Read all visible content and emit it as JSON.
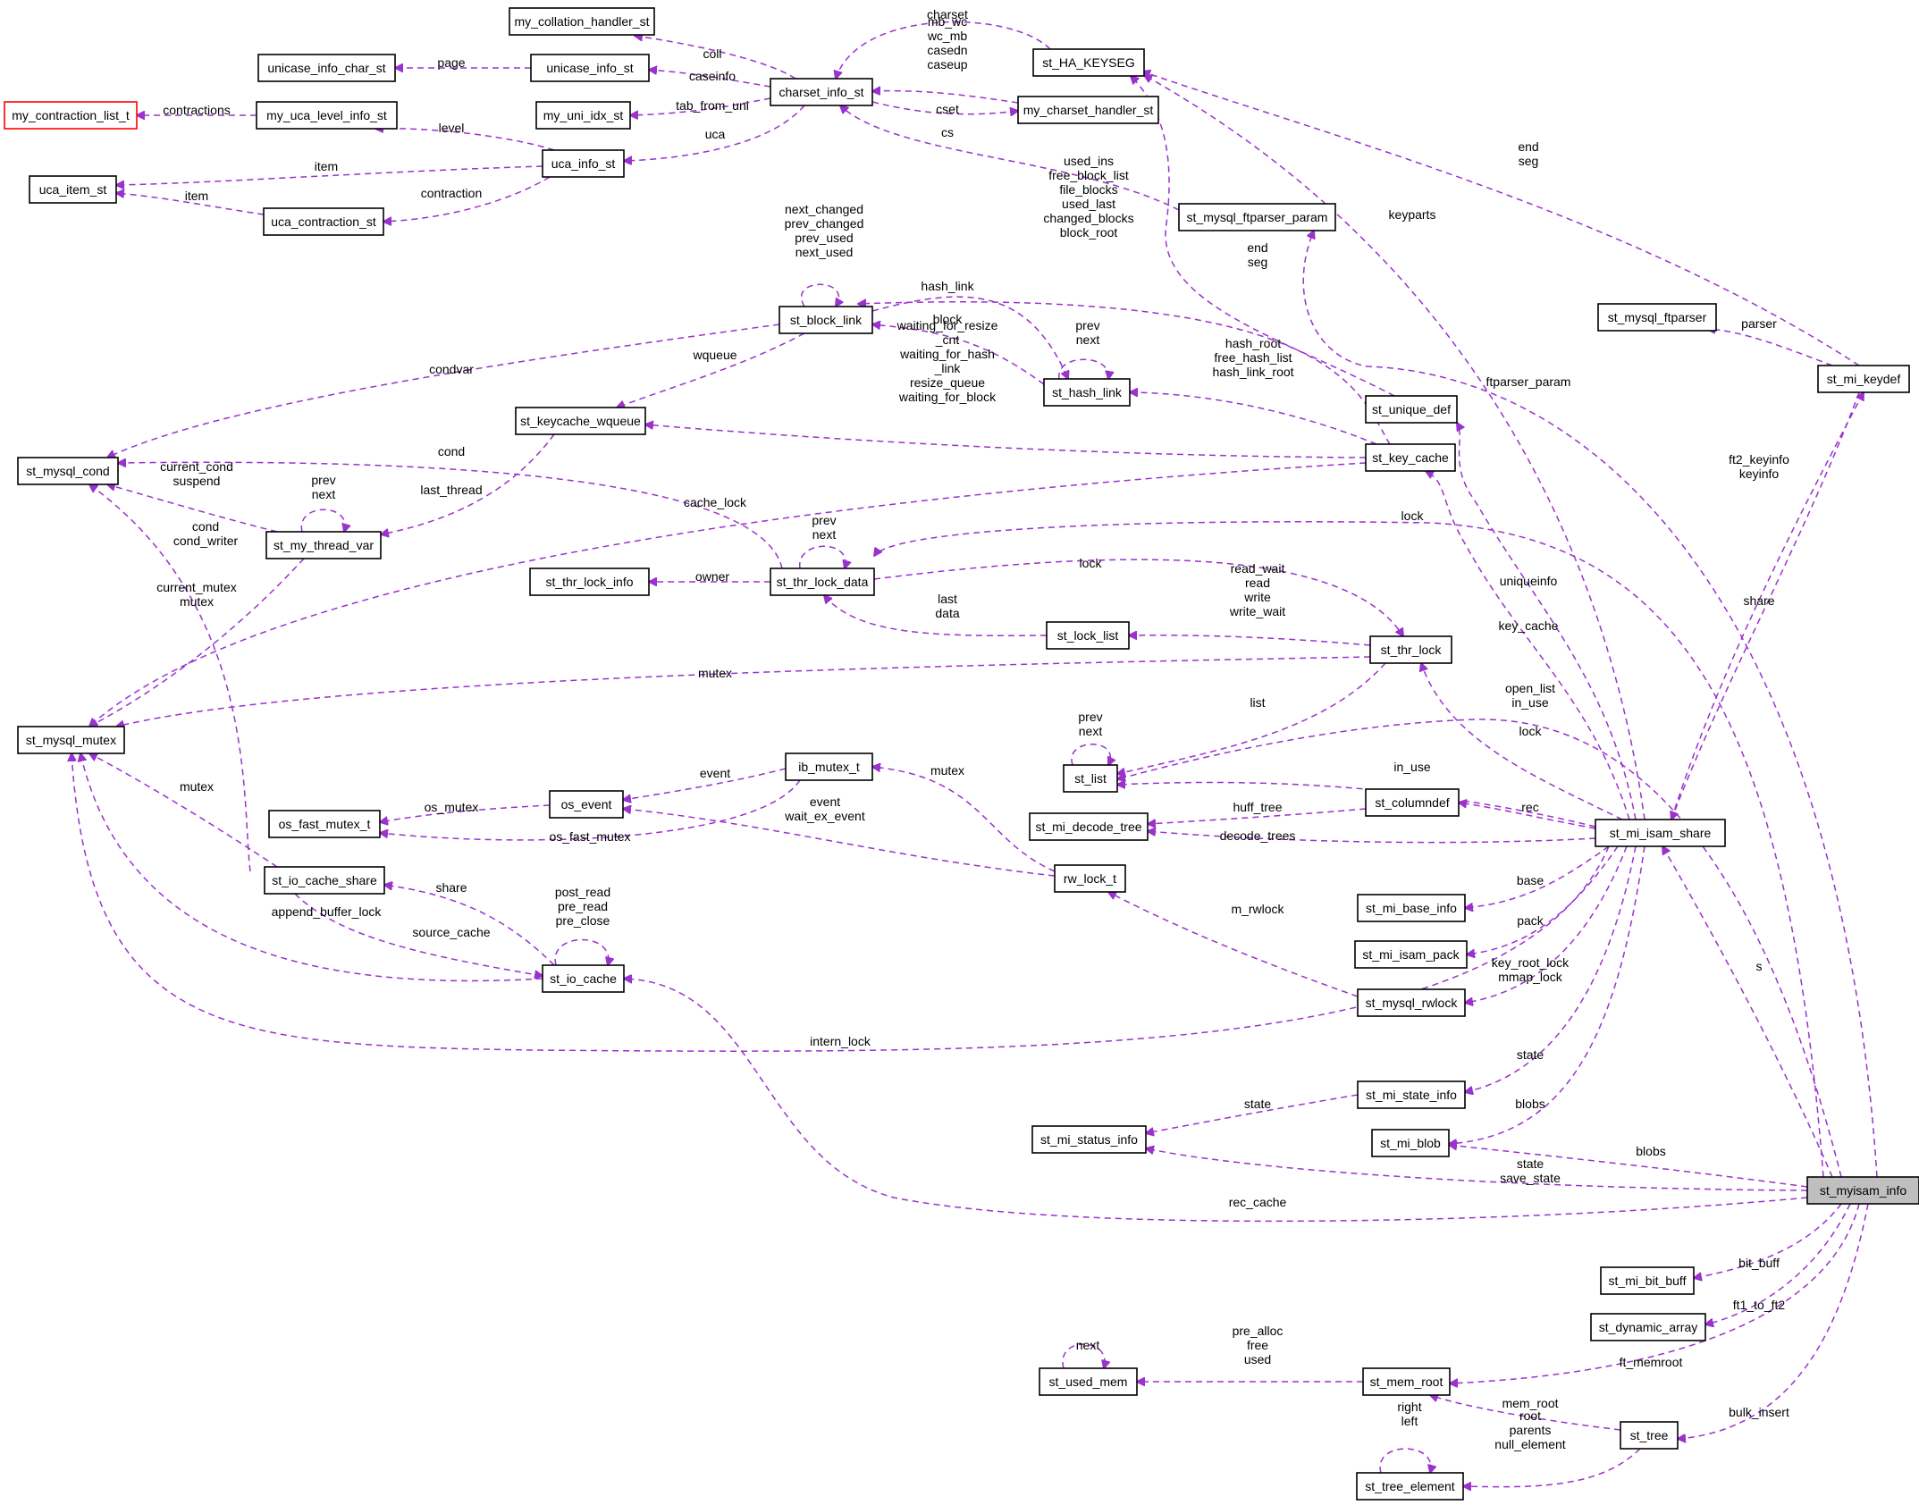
{
  "diagram": {
    "nodes": [
      {
        "id": "my_collation_handler_st",
        "label": "my_collation_handler_st"
      },
      {
        "id": "unicase_info_char_st",
        "label": "unicase_info_char_st"
      },
      {
        "id": "my_contraction_list_t",
        "label": "my_contraction_list_t",
        "border": "#ff0000"
      },
      {
        "id": "uca_item_st",
        "label": "uca_item_st"
      },
      {
        "id": "unicase_info_st",
        "label": "unicase_info_st"
      },
      {
        "id": "my_uca_level_info_st",
        "label": "my_uca_level_info_st"
      },
      {
        "id": "my_uni_idx_st",
        "label": "my_uni_idx_st"
      },
      {
        "id": "charset_info_st",
        "label": "charset_info_st"
      },
      {
        "id": "uca_info_st",
        "label": "uca_info_st"
      },
      {
        "id": "uca_contraction_st",
        "label": "uca_contraction_st"
      },
      {
        "id": "st_HA_KEYSEG",
        "label": "st_HA_KEYSEG"
      },
      {
        "id": "my_charset_handler_st",
        "label": "my_charset_handler_st"
      },
      {
        "id": "st_mysql_ftparser_param",
        "label": "st_mysql_ftparser_param"
      },
      {
        "id": "st_block_link",
        "label": "st_block_link"
      },
      {
        "id": "st_hash_link",
        "label": "st_hash_link"
      },
      {
        "id": "st_mysql_ftparser",
        "label": "st_mysql_ftparser"
      },
      {
        "id": "st_mi_keydef",
        "label": "st_mi_keydef"
      },
      {
        "id": "st_keycache_wqueue",
        "label": "st_keycache_wqueue"
      },
      {
        "id": "st_unique_def",
        "label": "st_unique_def"
      },
      {
        "id": "st_mysql_cond",
        "label": "st_mysql_cond"
      },
      {
        "id": "st_key_cache",
        "label": "st_key_cache"
      },
      {
        "id": "st_my_thread_var",
        "label": "st_my_thread_var"
      },
      {
        "id": "st_thr_lock_info",
        "label": "st_thr_lock_info"
      },
      {
        "id": "st_thr_lock_data",
        "label": "st_thr_lock_data"
      },
      {
        "id": "st_lock_list",
        "label": "st_lock_list"
      },
      {
        "id": "st_thr_lock",
        "label": "st_thr_lock"
      },
      {
        "id": "st_mysql_mutex",
        "label": "st_mysql_mutex"
      },
      {
        "id": "ib_mutex_t",
        "label": "ib_mutex_t"
      },
      {
        "id": "st_list",
        "label": "st_list"
      },
      {
        "id": "os_event",
        "label": "os_event"
      },
      {
        "id": "os_fast_mutex_t",
        "label": "os_fast_mutex_t"
      },
      {
        "id": "st_columndef",
        "label": "st_columndef"
      },
      {
        "id": "st_mi_decode_tree",
        "label": "st_mi_decode_tree"
      },
      {
        "id": "st_mi_isam_share",
        "label": "st_mi_isam_share"
      },
      {
        "id": "st_io_cache_share",
        "label": "st_io_cache_share"
      },
      {
        "id": "rw_lock_t",
        "label": "rw_lock_t"
      },
      {
        "id": "st_mi_base_info",
        "label": "st_mi_base_info"
      },
      {
        "id": "st_mi_isam_pack",
        "label": "st_mi_isam_pack"
      },
      {
        "id": "st_io_cache",
        "label": "st_io_cache"
      },
      {
        "id": "st_mysql_rwlock",
        "label": "st_mysql_rwlock"
      },
      {
        "id": "st_mi_state_info",
        "label": "st_mi_state_info"
      },
      {
        "id": "st_mi_status_info",
        "label": "st_mi_status_info"
      },
      {
        "id": "st_mi_blob",
        "label": "st_mi_blob"
      },
      {
        "id": "st_myisam_info",
        "label": "st_myisam_info",
        "fill": "#bfbfbf"
      },
      {
        "id": "st_mi_bit_buff",
        "label": "st_mi_bit_buff"
      },
      {
        "id": "st_dynamic_array",
        "label": "st_dynamic_array"
      },
      {
        "id": "st_used_mem",
        "label": "st_used_mem"
      },
      {
        "id": "st_mem_root",
        "label": "st_mem_root"
      },
      {
        "id": "st_tree",
        "label": "st_tree"
      },
      {
        "id": "st_tree_element",
        "label": "st_tree_element"
      }
    ],
    "edges": [
      {
        "from": "charset_info_st",
        "to": "my_collation_handler_st",
        "label": "coll"
      },
      {
        "from": "unicase_info_st",
        "to": "unicase_info_char_st",
        "label": "page"
      },
      {
        "from": "charset_info_st",
        "to": "unicase_info_st",
        "label": "caseinfo"
      },
      {
        "from": "st_HA_KEYSEG",
        "to": "charset_info_st",
        "label": "charset"
      },
      {
        "from": "my_charset_handler_st",
        "to": "charset_info_st",
        "label": "mb_wc\nwc_mb\ncasedn\ncaseup"
      },
      {
        "from": "charset_info_st",
        "to": "my_charset_handler_st",
        "label": "cset"
      },
      {
        "from": "st_mysql_ftparser_param",
        "to": "charset_info_st",
        "label": "cs"
      },
      {
        "from": "charset_info_st",
        "to": "my_uni_idx_st",
        "label": "tab_from_uni"
      },
      {
        "from": "my_uca_level_info_st",
        "to": "my_contraction_list_t",
        "label": "contractions"
      },
      {
        "from": "uca_info_st",
        "to": "my_uca_level_info_st",
        "label": "level"
      },
      {
        "from": "charset_info_st",
        "to": "uca_info_st",
        "label": "uca"
      },
      {
        "from": "uca_info_st",
        "to": "uca_item_st",
        "label": "item"
      },
      {
        "from": "uca_contraction_st",
        "to": "uca_item_st",
        "label": "item"
      },
      {
        "from": "uca_info_st",
        "to": "uca_contraction_st",
        "label": "contraction"
      },
      {
        "from": "st_mi_keydef",
        "to": "st_HA_KEYSEG",
        "label": "end\nseg"
      },
      {
        "from": "st_unique_def",
        "to": "st_HA_KEYSEG",
        "label": "end\nseg"
      },
      {
        "from": "st_mi_isam_share",
        "to": "st_HA_KEYSEG",
        "label": "keyparts"
      },
      {
        "from": "st_block_link",
        "to": "st_block_link",
        "label": "next_changed\nprev_changed\nprev_used\nnext_used"
      },
      {
        "from": "st_key_cache",
        "to": "st_block_link",
        "label": "used_ins\nfree_block_list\nfile_blocks\nused_last\nchanged_blocks\nblock_root"
      },
      {
        "from": "st_hash_link",
        "to": "st_block_link",
        "label": "block"
      },
      {
        "from": "st_block_link",
        "to": "st_hash_link",
        "label": "hash_link"
      },
      {
        "from": "st_hash_link",
        "to": "st_hash_link",
        "label": "prev\nnext"
      },
      {
        "from": "st_key_cache",
        "to": "st_hash_link",
        "label": "hash_root\nfree_hash_list\nhash_link_root"
      },
      {
        "from": "st_mi_keydef",
        "to": "st_mysql_ftparser",
        "label": "parser"
      },
      {
        "from": "st_myisam_info",
        "to": "st_mysql_ftparser_param",
        "label": "ftparser_param"
      },
      {
        "from": "st_block_link",
        "to": "st_keycache_wqueue",
        "label": "wqueue"
      },
      {
        "from": "st_key_cache",
        "to": "st_keycache_wqueue",
        "label": "waiting_for_resize\n_cnt\nwaiting_for_hash\n_link\nresize_queue\nwaiting_for_block"
      },
      {
        "from": "st_block_link",
        "to": "st_mysql_cond",
        "label": "condvar"
      },
      {
        "from": "st_thr_lock_data",
        "to": "st_mysql_cond",
        "label": "cond"
      },
      {
        "from": "st_my_thread_var",
        "to": "st_mysql_cond",
        "label": "current_cond\nsuspend"
      },
      {
        "from": "st_io_cache_share",
        "to": "st_mysql_cond",
        "label": "cond\ncond_writer"
      },
      {
        "from": "st_keycache_wqueue",
        "to": "st_my_thread_var",
        "label": "last_thread"
      },
      {
        "from": "st_my_thread_var",
        "to": "st_my_thread_var",
        "label": "prev\nnext"
      },
      {
        "from": "st_thr_lock_data",
        "to": "st_thr_lock_info",
        "label": "owner"
      },
      {
        "from": "st_thr_lock_data",
        "to": "st_thr_lock_data",
        "label": "prev\nnext"
      },
      {
        "from": "st_myisam_info",
        "to": "st_thr_lock_data",
        "label": "lock"
      },
      {
        "from": "st_lock_list",
        "to": "st_thr_lock_data",
        "label": "last\ndata"
      },
      {
        "from": "st_thr_lock_data",
        "to": "st_thr_lock",
        "label": "lock"
      },
      {
        "from": "st_thr_lock",
        "to": "st_lock_list",
        "label": "read_wait\nread\nwrite\nwrite_wait"
      },
      {
        "from": "st_mi_isam_share",
        "to": "st_thr_lock",
        "label": "lock"
      },
      {
        "from": "st_key_cache",
        "to": "st_mysql_mutex",
        "label": "cache_lock"
      },
      {
        "from": "st_my_thread_var",
        "to": "st_mysql_mutex",
        "label": "current_mutex\nmutex"
      },
      {
        "from": "st_thr_lock",
        "to": "st_mysql_mutex",
        "label": "mutex"
      },
      {
        "from": "st_io_cache_share",
        "to": "st_mysql_mutex",
        "label": "mutex"
      },
      {
        "from": "st_io_cache",
        "to": "st_mysql_mutex",
        "label": "append_buffer_lock"
      },
      {
        "from": "st_mi_isam_share",
        "to": "st_mysql_mutex",
        "label": "intern_lock"
      },
      {
        "from": "st_mi_isam_share",
        "to": "st_unique_def",
        "label": "uniqueinfo"
      },
      {
        "from": "st_mi_isam_share",
        "to": "st_key_cache",
        "label": "key_cache"
      },
      {
        "from": "st_mi_isam_share",
        "to": "st_mi_keydef",
        "label": "ft2_keyinfo\nkeyinfo"
      },
      {
        "from": "st_mi_keydef",
        "to": "st_mi_isam_share",
        "label": "share"
      },
      {
        "from": "st_thr_lock",
        "to": "st_list",
        "label": "list"
      },
      {
        "from": "st_list",
        "to": "st_list",
        "label": "prev\nnext"
      },
      {
        "from": "st_myisam_info",
        "to": "st_list",
        "label": "open_list\nin_use"
      },
      {
        "from": "st_mi_isam_share",
        "to": "st_list",
        "label": "in_use"
      },
      {
        "from": "ib_mutex_t",
        "to": "os_event",
        "label": "event"
      },
      {
        "from": "rw_lock_t",
        "to": "ib_mutex_t",
        "label": "mutex"
      },
      {
        "from": "os_event",
        "to": "os_fast_mutex_t",
        "label": "os_mutex"
      },
      {
        "from": "ib_mutex_t",
        "to": "os_fast_mutex_t",
        "label": "os_fast_mutex"
      },
      {
        "from": "rw_lock_t",
        "to": "os_event",
        "label": "event\nwait_ex_event"
      },
      {
        "from": "st_mi_isam_share",
        "to": "st_columndef",
        "label": "rec"
      },
      {
        "from": "st_columndef",
        "to": "st_mi_decode_tree",
        "label": "huff_tree"
      },
      {
        "from": "st_mi_isam_share",
        "to": "st_mi_decode_tree",
        "label": "decode_trees"
      },
      {
        "from": "st_io_cache",
        "to": "st_io_cache_share",
        "label": "share"
      },
      {
        "from": "st_io_cache_share",
        "to": "st_io_cache",
        "label": "source_cache"
      },
      {
        "from": "st_io_cache",
        "to": "st_io_cache",
        "label": "post_read\npre_read\npre_close"
      },
      {
        "from": "st_mysql_rwlock",
        "to": "rw_lock_t",
        "label": "m_rwlock"
      },
      {
        "from": "st_mi_isam_share",
        "to": "st_mi_base_info",
        "label": "base"
      },
      {
        "from": "st_mi_isam_share",
        "to": "st_mi_isam_pack",
        "label": "pack"
      },
      {
        "from": "st_mi_isam_share",
        "to": "st_mysql_rwlock",
        "label": "key_root_lock\nmmap_lock"
      },
      {
        "from": "st_mi_isam_share",
        "to": "st_mi_state_info",
        "label": "state"
      },
      {
        "from": "st_mi_state_info",
        "to": "st_mi_status_info",
        "label": "state"
      },
      {
        "from": "st_mi_isam_share",
        "to": "st_mi_blob",
        "label": "blobs"
      },
      {
        "from": "st_myisam_info",
        "to": "st_mi_isam_share",
        "label": "s"
      },
      {
        "from": "st_myisam_info",
        "to": "st_mi_blob",
        "label": "blobs"
      },
      {
        "from": "st_myisam_info",
        "to": "st_mi_status_info",
        "label": "state\nsave_state"
      },
      {
        "from": "st_myisam_info",
        "to": "st_io_cache",
        "label": "rec_cache"
      },
      {
        "from": "st_myisam_info",
        "to": "st_mi_bit_buff",
        "label": "bit_buff"
      },
      {
        "from": "st_myisam_info",
        "to": "st_dynamic_array",
        "label": "ft1_to_ft2"
      },
      {
        "from": "st_myisam_info",
        "to": "st_mem_root",
        "label": "ft_memroot"
      },
      {
        "from": "st_myisam_info",
        "to": "st_tree",
        "label": "bulk_insert"
      },
      {
        "from": "st_used_mem",
        "to": "st_used_mem",
        "label": "next"
      },
      {
        "from": "st_mem_root",
        "to": "st_used_mem",
        "label": "pre_alloc\nfree\nused"
      },
      {
        "from": "st_tree",
        "to": "st_mem_root",
        "label": "mem_root"
      },
      {
        "from": "st_tree",
        "to": "st_tree_element",
        "label": "root\nparents\nnull_element"
      },
      {
        "from": "st_tree_element",
        "to": "st_tree_element",
        "label": "right\nleft"
      }
    ]
  }
}
